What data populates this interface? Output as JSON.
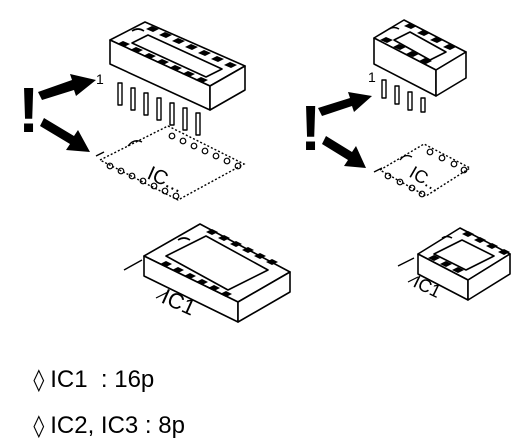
{
  "diagram": {
    "pin1_marker": "1",
    "pcb_silk_text": "IC...",
    "placed_label": "IC1",
    "icons": {
      "warning": "exclamation-icon",
      "arrow": "arrow-icon",
      "bullet": "diamond-bullet-icon"
    }
  },
  "legend": [
    {
      "bullet": "◊",
      "text": "IC1  : 16p"
    },
    {
      "bullet": "◊",
      "text": "IC2, IC3 : 8p"
    }
  ]
}
